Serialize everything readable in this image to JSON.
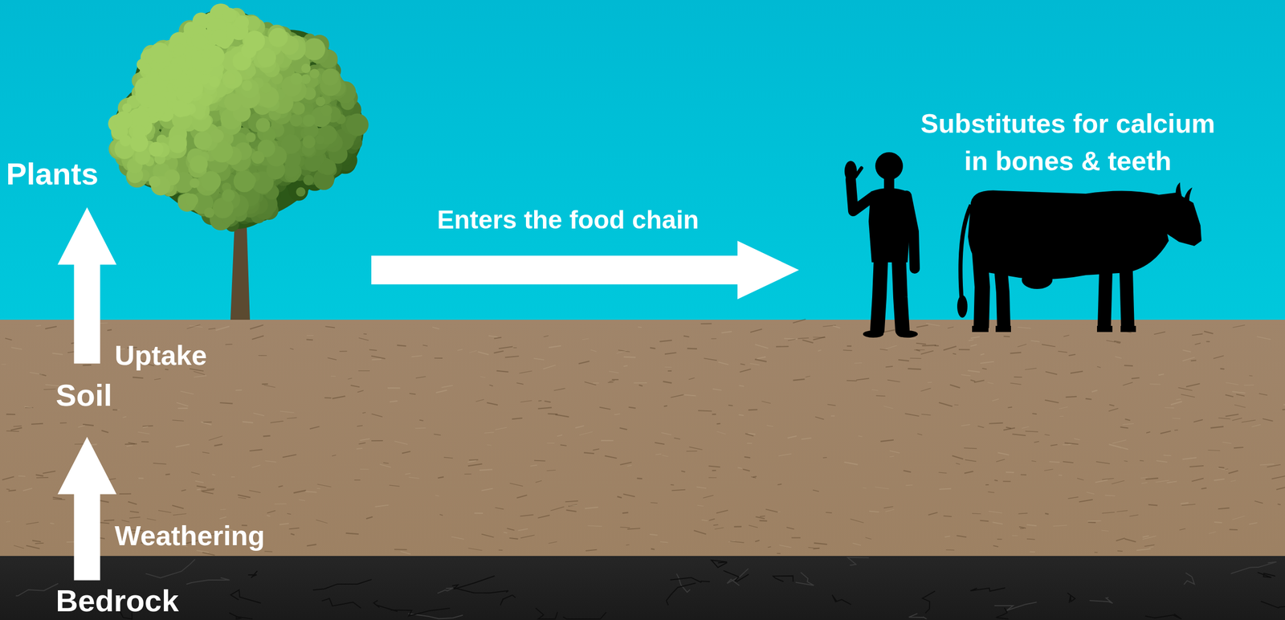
{
  "diagram": {
    "nodes": [
      {
        "text": [
          "Plants"
        ]
      },
      {
        "text": [
          "Soil"
        ]
      },
      {
        "text": [
          "Bedrock"
        ]
      }
    ],
    "edges": [
      {
        "from": 1,
        "to": 0,
        "label": "Uptake",
        "arrow": "to"
      },
      {
        "from": 2,
        "to": 1,
        "label": "Weathering",
        "arrow": "to"
      }
    ],
    "labels": [
      "Enters the food chain",
      "Substitutes for calcium in bones & teeth"
    ]
  }
}
